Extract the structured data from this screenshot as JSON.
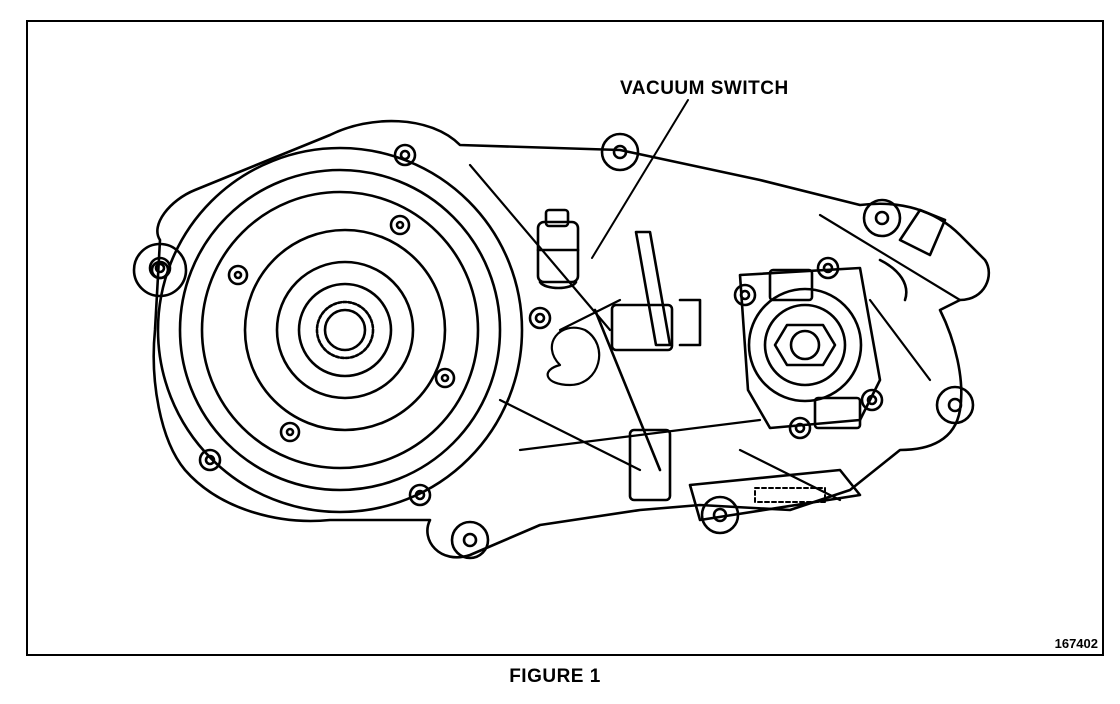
{
  "diagram": {
    "callout_label": "VACUUM SWITCH",
    "figure_number": "167402",
    "caption": "FIGURE 1"
  },
  "colors": {
    "ink": "#000000",
    "paper": "#ffffff"
  }
}
